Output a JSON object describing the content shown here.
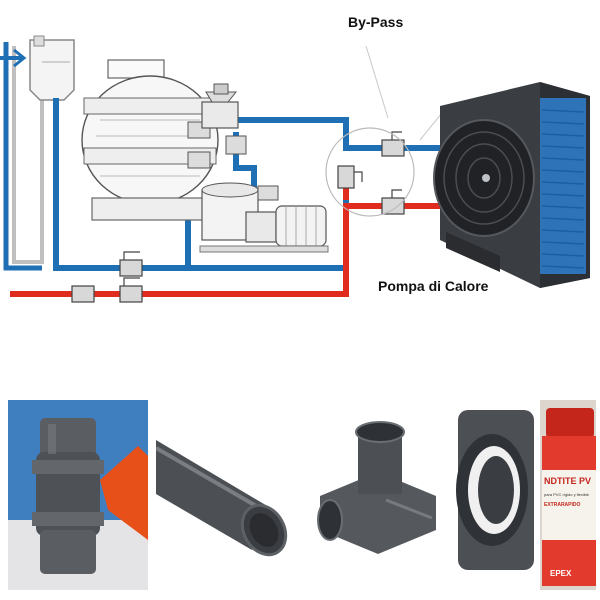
{
  "labels": {
    "bypass": "By-Pass",
    "heat_pump": "Pompa di Calore"
  },
  "photos": {
    "ball_valve": {
      "icon": "pvc-ball-valve-icon"
    },
    "pvc_pipe": {
      "icon": "pvc-pipe-icon"
    },
    "tee_fitting": {
      "icon": "pvc-tee-fitting-icon"
    },
    "reducer": {
      "icon": "pvc-reducer-icon"
    },
    "glue_can": {
      "brand_partial": "NDTITE PV",
      "small_text": "para PVC rígido y flexible",
      "label2": "EXTRARAPIDO",
      "maker": "EPEX"
    }
  },
  "colors": {
    "cold_pipe": "#1f6fb4",
    "hot_pipe": "#e02b1f",
    "pool_wall": "#1f6fb4",
    "heat_pump_body": "#3a3d42",
    "heat_pump_fins": "#2f7fcf",
    "pvc_grey": "#55595e",
    "valve_handle": "#e8501a"
  }
}
